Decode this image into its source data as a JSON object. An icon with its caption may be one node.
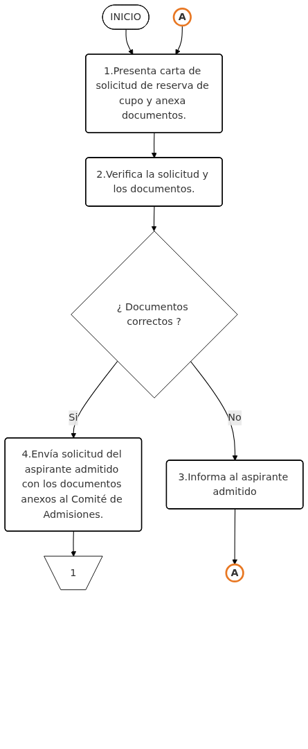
{
  "diagram": {
    "nodes": [
      {
        "text": [
          "INICIO"
        ]
      },
      {
        "text": [
          "A"
        ]
      },
      {
        "text": [
          "1.Presenta carta de solicitud de reserva de cupo y anexa documentos."
        ]
      },
      {
        "text": [
          "2.Verifica la solicitud y los documentos."
        ]
      },
      {
        "text": [
          "¿ Documentos correctos ?"
        ]
      },
      {
        "text": [
          "3.Informa al aspirante admitido"
        ]
      },
      {
        "text": [
          "A"
        ]
      },
      {
        "text": [
          "4.Envía solicitud del aspirante admitido con los documentos anexos al Comité de Admisiones."
        ]
      },
      {
        "text": [
          "1"
        ]
      }
    ],
    "edges": [
      {
        "from": 0,
        "to": 2,
        "arrow": "to"
      },
      {
        "from": 1,
        "to": 2,
        "arrow": "to"
      },
      {
        "from": 2,
        "to": 3,
        "arrow": "to"
      },
      {
        "from": 3,
        "to": 4,
        "arrow": "to"
      },
      {
        "from": 4,
        "to": 7,
        "arrow": "to",
        "label": "Si"
      },
      {
        "from": 4,
        "to": 5,
        "arrow": "to",
        "label": "No"
      },
      {
        "from": 5,
        "to": 6,
        "arrow": "to"
      },
      {
        "from": 7,
        "to": 8,
        "arrow": "to"
      }
    ]
  }
}
